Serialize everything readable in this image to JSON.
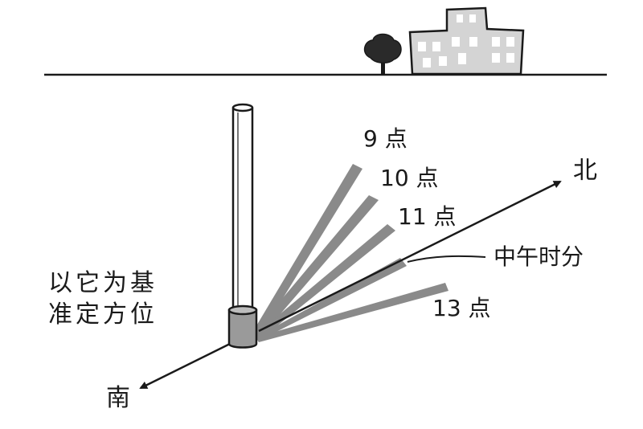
{
  "shadow_labels": {
    "h9": "9 点",
    "h10": "10 点",
    "h11": "11 点",
    "noon": "中午时分",
    "h13": "13 点"
  },
  "directions": {
    "north": "北",
    "south": "南"
  },
  "note": {
    "line1": "以它为基",
    "line2": "准定方位"
  },
  "colors": {
    "ink": "#1a1a1a",
    "shadow": "#8a8a8a",
    "pole_base": "#9a9a9a",
    "building": "#d4d4d4"
  }
}
